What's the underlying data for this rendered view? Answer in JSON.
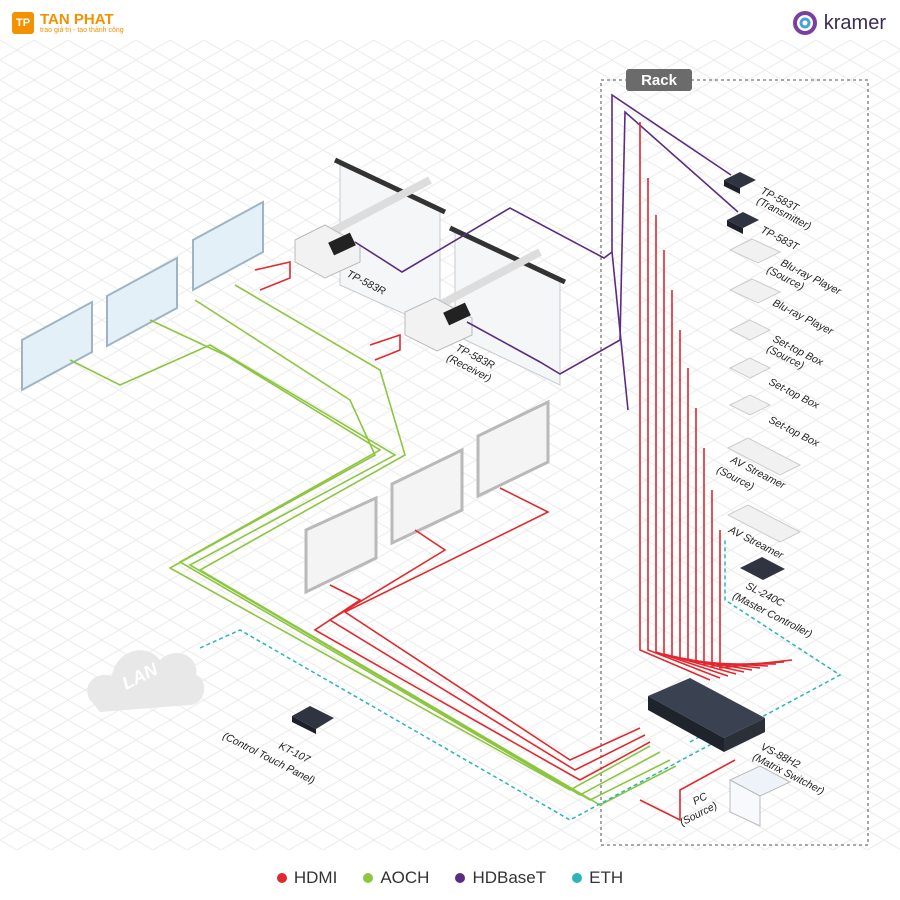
{
  "branding": {
    "left_logo_mark": "TP",
    "left_logo_name": "TAN PHAT",
    "left_logo_tagline": "trao giá trị - tạo thành công",
    "right_logo_name": "kramer"
  },
  "rack": {
    "label": "Rack"
  },
  "devices": {
    "tp583t_transmitter": {
      "name": "TP-583T",
      "note": "(Transmitter)"
    },
    "tp583t": {
      "name": "TP-583T"
    },
    "bluray_source": {
      "name": "Blu-ray Player",
      "note": "(Source)"
    },
    "bluray": {
      "name": "Blu-ray Player"
    },
    "stb_source": {
      "name": "Set-top Box",
      "note": "(Source)"
    },
    "stb_2": {
      "name": "Set-top Box"
    },
    "stb_3": {
      "name": "Set-top Box"
    },
    "avs_source": {
      "name": "AV Streamer",
      "note": "(Source)"
    },
    "avs": {
      "name": "AV Streamer"
    },
    "sl240c": {
      "name": "SL-240C",
      "note": "(Master Controller)"
    },
    "vs88h2": {
      "name": "VS-88H2",
      "note": "(Matrix Switcher)"
    },
    "pc": {
      "name": "PC",
      "note": "(Source)"
    },
    "tp583r": {
      "name": "TP-583R"
    },
    "tp583r_receiver": {
      "name": "TP-583R",
      "note": "(Receiver)"
    },
    "kt107": {
      "name": "KT-107",
      "note": "(Control Touch Panel)"
    },
    "lan": {
      "name": "LAN"
    }
  },
  "legend": [
    {
      "label": "HDMI",
      "color": "#e0282e"
    },
    {
      "label": "AOCH",
      "color": "#8cc63f"
    },
    {
      "label": "HDBaseT",
      "color": "#5b2d82"
    },
    {
      "label": "ETH",
      "color": "#2bb5b8"
    }
  ],
  "colors": {
    "hdmi": "#e0282e",
    "aoch": "#8cc63f",
    "hdbaset": "#5b2d82",
    "eth": "#2bb5b8",
    "grid": "#e8e8e8",
    "device": "#2f3440",
    "panel": "#e4f0f8"
  }
}
